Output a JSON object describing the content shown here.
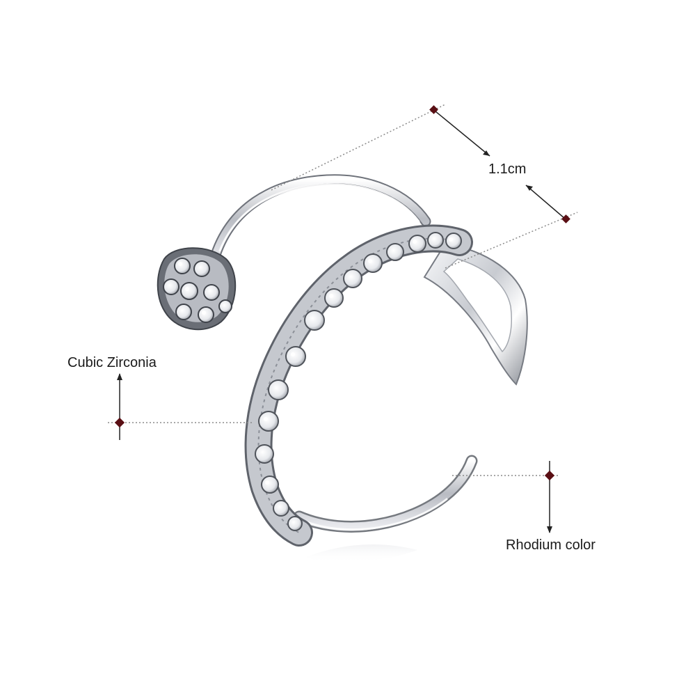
{
  "annotations": {
    "size": "1.1cm",
    "stone": "Cubic Zirconia",
    "finish": "Rhodium color"
  },
  "colors": {
    "background": "#ffffff",
    "marker": "#5a0f14",
    "metal_light": "#f4f5f7",
    "metal_mid": "#c9ccd2",
    "metal_dark": "#6e727a",
    "stone": "#fdfdfd"
  }
}
